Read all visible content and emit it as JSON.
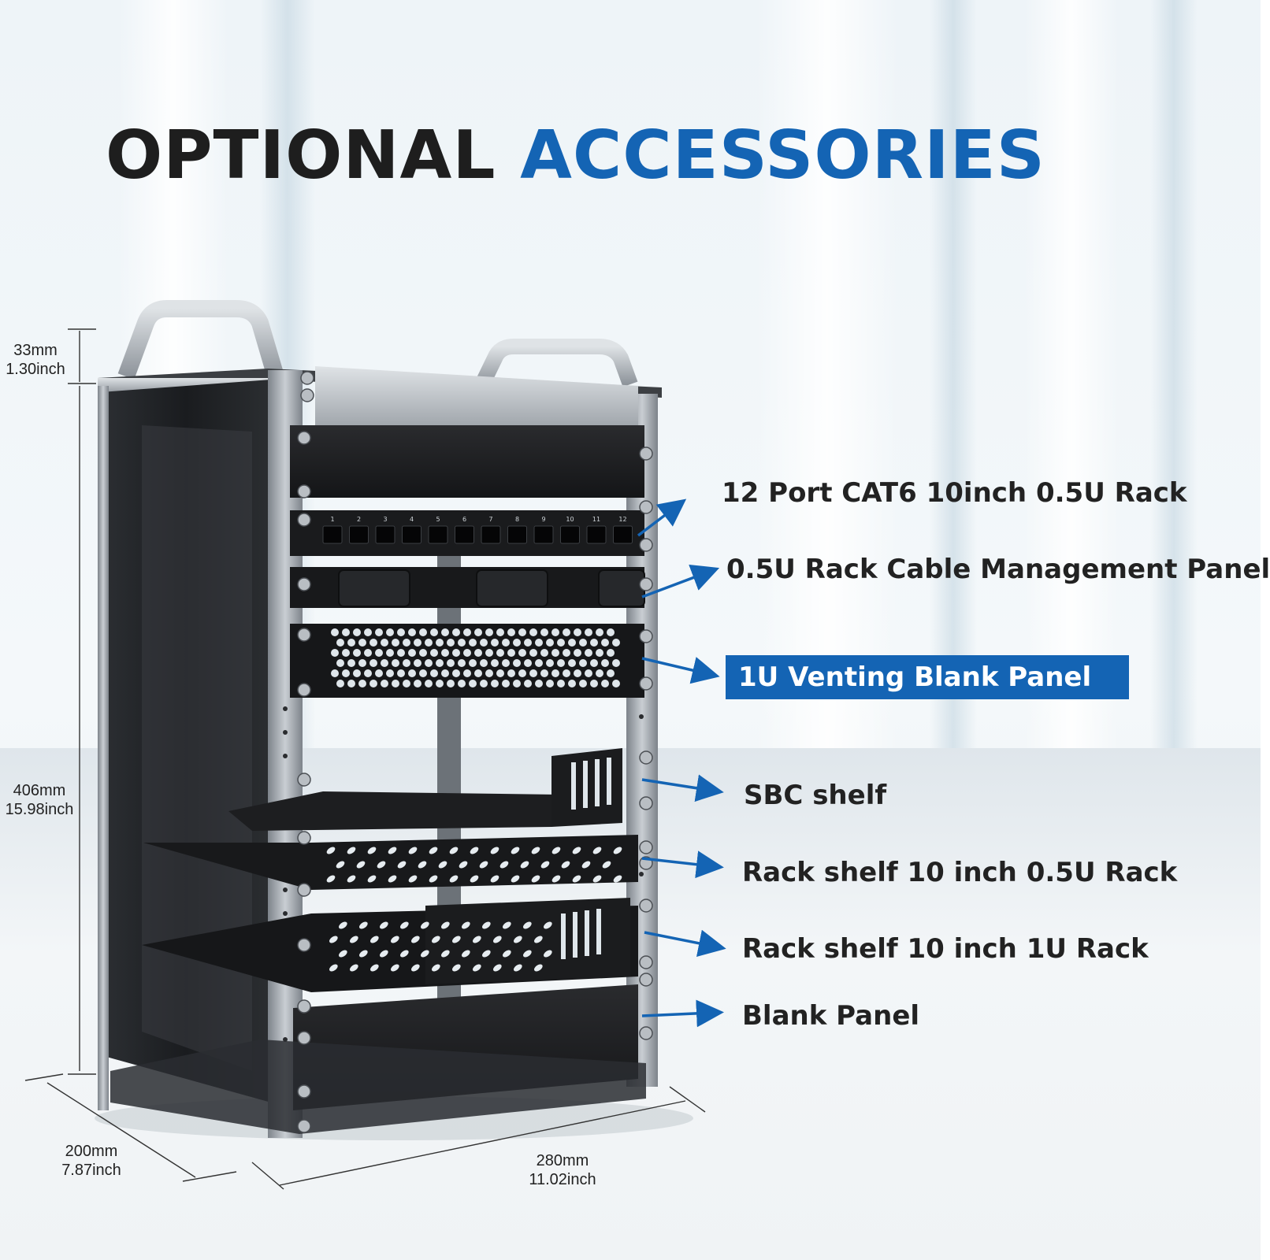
{
  "title": {
    "part1": "OPTIONAL",
    "part2": "ACCESSORIES"
  },
  "colors": {
    "accent": "#1464b4",
    "title_dark": "#1e1e1e",
    "rack_frame": "#9aa0a6",
    "panel": "#1b1c1e"
  },
  "labels": [
    "12 Port CAT6 10inch 0.5U Rack",
    "0.5U Rack Cable Management Panel",
    "1U Venting Blank Panel",
    "SBC  shelf",
    "Rack  shelf 10 inch 0.5U Rack",
    "Rack  shelf 10 inch 1U Rack",
    "Blank Panel"
  ],
  "dimensions": {
    "handle": {
      "mm": "33mm",
      "inch": "1.30inch"
    },
    "height": {
      "mm": "406mm",
      "inch": "15.98inch"
    },
    "depth": {
      "mm": "200mm",
      "inch": "7.87inch"
    },
    "width": {
      "mm": "280mm",
      "inch": "11.02inch"
    }
  },
  "patch_panel_ports": [
    "1",
    "2",
    "3",
    "4",
    "5",
    "6",
    "7",
    "8",
    "9",
    "10",
    "11",
    "12"
  ]
}
